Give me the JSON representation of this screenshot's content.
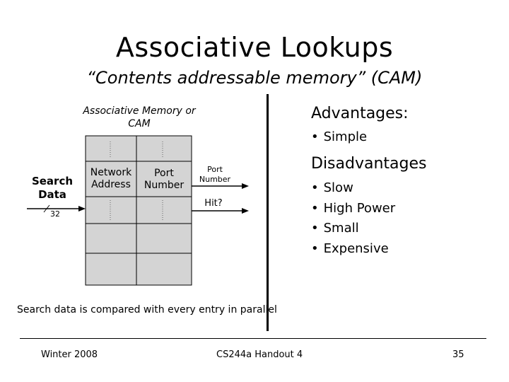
{
  "slide": {
    "title": "Associative Lookups",
    "subtitle": "“Contents addressable memory” (CAM)"
  },
  "diagram": {
    "cam_caption": "Associative Memory or CAM",
    "search_label": "Search Data",
    "bus_width": "32",
    "columns": [
      "Network Address",
      "Port Number"
    ],
    "output_port_label": "Port Number",
    "output_hit_label": "Hit?",
    "row_count": 5,
    "footnote": "Search data is compared with every entry in parallel"
  },
  "advantages": {
    "heading": "Advantages:",
    "items": [
      "Simple"
    ]
  },
  "disadvantages": {
    "heading": "Disadvantages",
    "items": [
      "Slow",
      "High Power",
      "Small",
      "Expensive"
    ]
  },
  "footer": {
    "left": "Winter 2008",
    "center": "CS244a Handout 4",
    "page_number": "35"
  },
  "colors": {
    "cell_fill": "#d4d4d4",
    "line": "#000000"
  }
}
